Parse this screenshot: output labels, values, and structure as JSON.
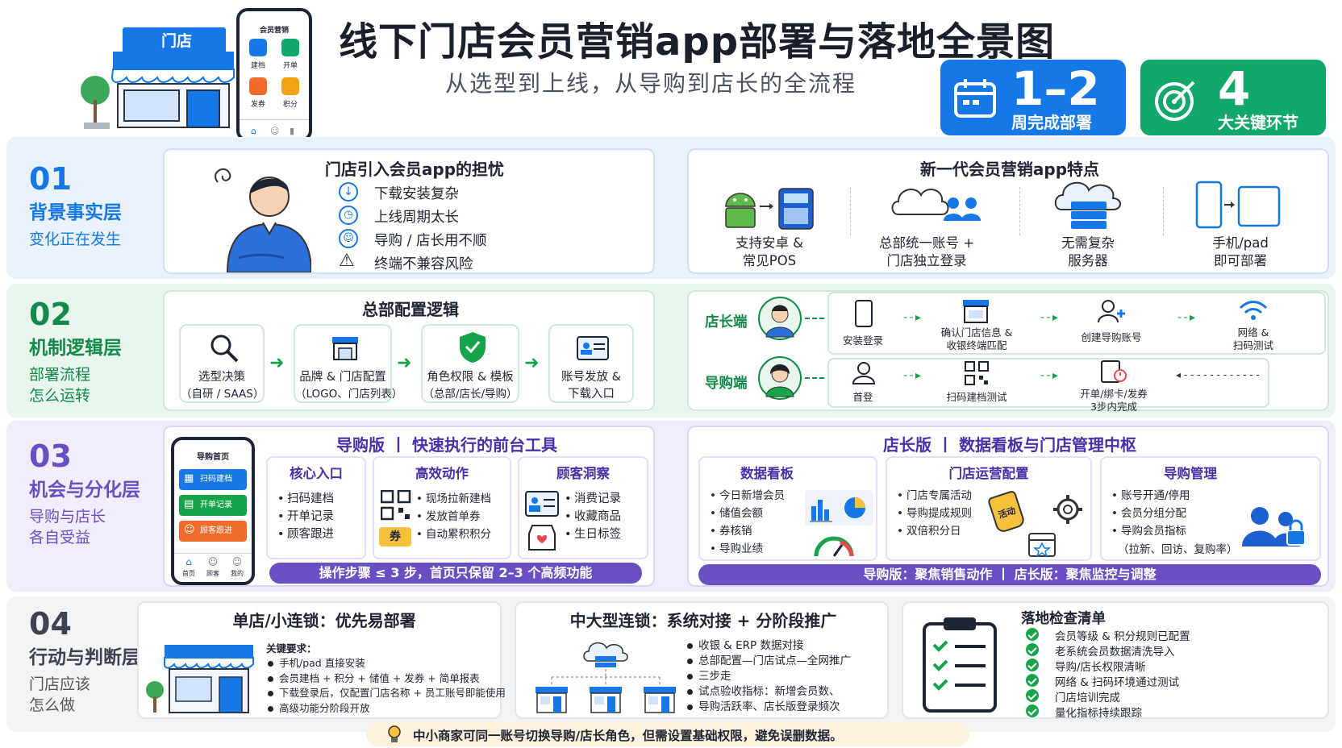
{
  "header": {
    "title": "线下门店会员营销app部署与落地全景图",
    "subtitle": "从选型到上线，从导购到店长的全流程",
    "store_sign": "门店",
    "phone": {
      "title": "会员营销",
      "items": [
        "建档",
        "开单",
        "发券",
        "积分"
      ]
    },
    "stats": [
      {
        "value": "1–2",
        "label": "周完成部署",
        "color": "#1677e6",
        "icon": "calendar-icon"
      },
      {
        "value": "4",
        "label": "大关键环节",
        "color": "#13a86b",
        "icon": "target-icon"
      }
    ]
  },
  "layers": [
    {
      "num": "01",
      "name": "背景事实层",
      "sub": [
        "变化正在发生"
      ],
      "color": "#1677e6",
      "bg": "#eaf3fd"
    },
    {
      "num": "02",
      "name": "机制逻辑层",
      "sub": [
        "部署流程",
        "怎么运转"
      ],
      "color": "#118a4a",
      "bg": "#e9f6ee"
    },
    {
      "num": "03",
      "name": "机会与分化层",
      "sub": [
        "导购与店长",
        "各自受益"
      ],
      "color": "#6a4fc2",
      "bg": "#f1edfb"
    },
    {
      "num": "04",
      "name": "行动与判断层",
      "sub": [
        "门店应该",
        "怎么做"
      ],
      "color": "#3d4350",
      "bg": "#f3f4f6"
    }
  ],
  "l1": {
    "concern_title": "门店引入会员app的担忧",
    "concerns": [
      {
        "icon": "download-icon",
        "text": "下载安装复杂"
      },
      {
        "icon": "clock-icon",
        "text": "上线周期太长"
      },
      {
        "icon": "user-icon",
        "text": "导购 / 店长用不顺"
      },
      {
        "icon": "warning-icon",
        "text": "终端不兼容风险"
      }
    ],
    "feature_title": "新一代会员营销app特点",
    "features": [
      {
        "line1": "支持安卓 &",
        "line2": "常见POS"
      },
      {
        "line1": "总部统一账号 +",
        "line2": "门店独立登录"
      },
      {
        "line1": "无需复杂",
        "line2": "服务器"
      },
      {
        "line1": "手机/pad",
        "line2": "即可部署"
      }
    ]
  },
  "l2": {
    "config_title": "总部配置逻辑",
    "steps": [
      {
        "line1": "选型决策",
        "line2": "（自研 / SAAS）"
      },
      {
        "line1": "品牌 & 门店配置",
        "line2": "（LOGO、门店列表）"
      },
      {
        "line1": "角色权限 & 模板",
        "line2": "（总部/店长/导购）"
      },
      {
        "line1": "账号发放 &",
        "line2": "下载入口"
      }
    ],
    "manager_label": "店长端",
    "manager_steps": [
      "安装登录",
      "确认门店信息 &",
      "收银终端匹配",
      "创建导购账号",
      "网络 &",
      "扫码测试"
    ],
    "guide_label": "导购端",
    "guide_steps": [
      "首登",
      "扫码建档测试",
      "开单/绑卡/发券",
      "3步内完成"
    ]
  },
  "l3": {
    "guide_title": "导购版 丨 快速执行的前台工具",
    "phone": {
      "title": "导购首页",
      "buttons": [
        "扫码建档",
        "开单记录",
        "顾客跟进"
      ],
      "nav": [
        "首页",
        "顾客",
        "我的"
      ]
    },
    "cols": [
      {
        "title": "核心入口",
        "items": [
          "扫码建档",
          "开单记录",
          "顾客跟进"
        ]
      },
      {
        "title": "高效动作",
        "items": [
          "现场拉新建档",
          "发放首单券",
          "自动累积积分"
        ]
      },
      {
        "title": "顾客洞察",
        "items": [
          "消费记录",
          "收藏商品",
          "生日标签"
        ]
      }
    ],
    "coupon": "券",
    "guide_bar": "操作步骤 ≤ 3 步，首页只保留 2–3 个高频功能",
    "manager_title": "店长版 丨 数据看板与门店管理中枢",
    "mcols": [
      {
        "title": "数据看板",
        "items": [
          "今日新增会员",
          "储值会额",
          "券核销",
          "导购业绩"
        ]
      },
      {
        "title": "门店运营配置",
        "items": [
          "门店专属活动",
          "导购提成规则",
          "双倍积分日"
        ]
      },
      {
        "title": "导购管理",
        "items": [
          "账号开通/停用",
          "会员分组分配",
          "导购会员指标",
          "（拉新、回访、复购率）"
        ]
      }
    ],
    "tag": "活动",
    "manager_bar": "导购版：聚焦销售动作 丨 店长版：聚焦监控与调整"
  },
  "l4": {
    "small_title": "单店/小连锁：优先易部署",
    "req_label": "关键要求：",
    "reqs": [
      "手机/pad 直接安装",
      "会员建档 + 积分 + 储值 + 发券 + 简单报表",
      "下载登录后，仅配置门店名称 + 员工账号即能使用",
      "高级功能分阶段开放"
    ],
    "large_title": "中大型连锁：系统对接 + 分阶段推广",
    "large_items": [
      [
        "收银 & ERP 数据对接"
      ],
      [
        "总部配置—门店试点—全网推广",
        "三步走"
      ],
      [
        "试点验收指标：新增会员数、",
        "导购活跃率、店长版登录频次"
      ]
    ],
    "check_title": "落地检查清单",
    "checks": [
      "会员等级 & 积分规则已配置",
      "老系统会员数据清洗导入",
      "导购/店长权限清晰",
      "网络 & 扫码环境通过测试",
      "门店培训完成",
      "量化指标持续跟踪"
    ],
    "tip": "中小商家可同一账号切换导购/店长角色，但需设置基础权限，避免误删数据。"
  }
}
